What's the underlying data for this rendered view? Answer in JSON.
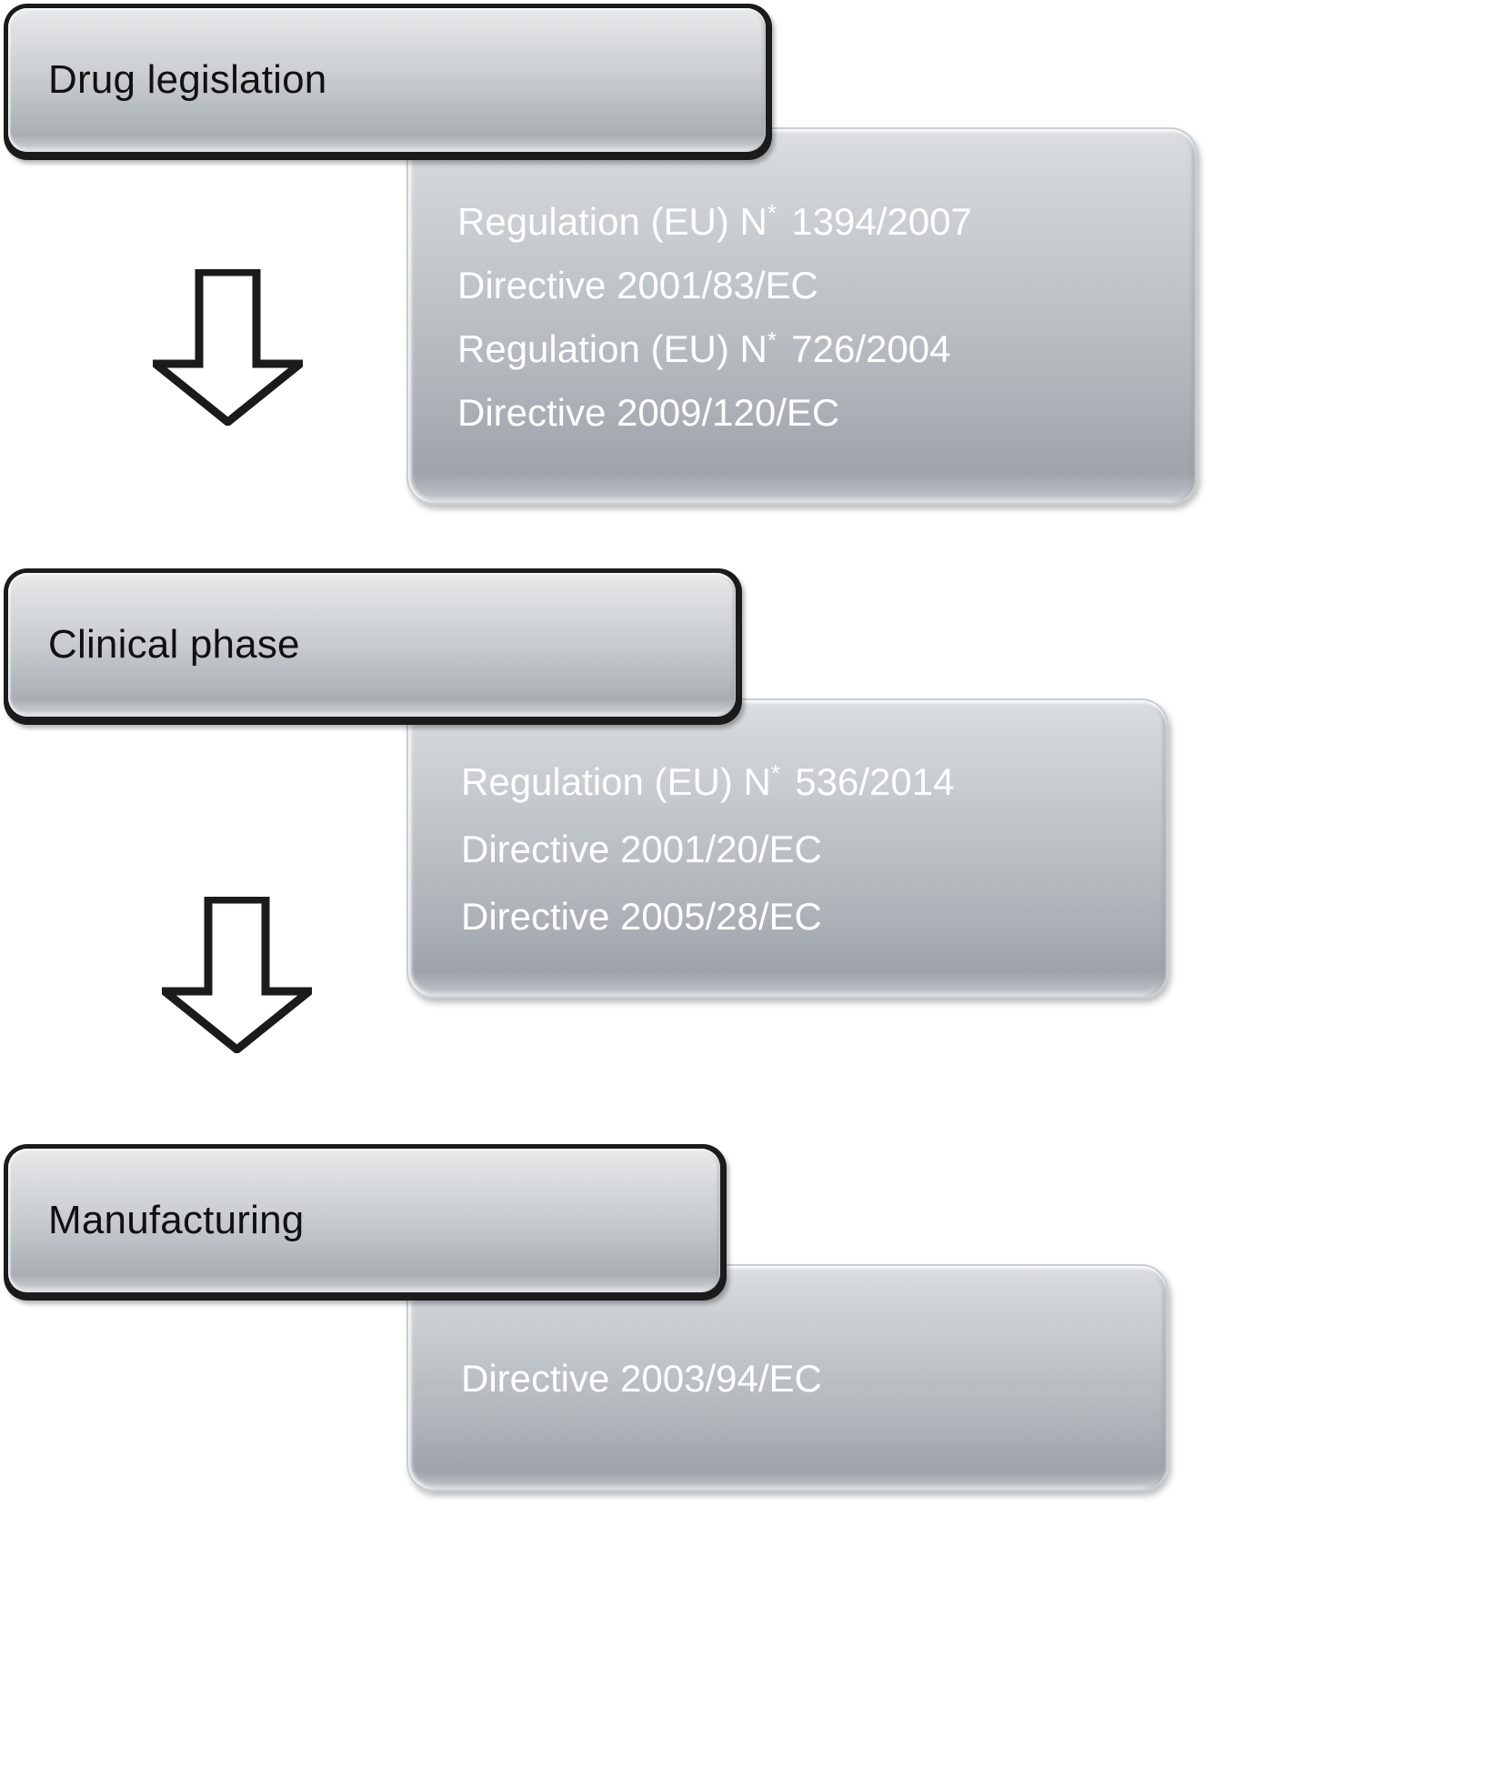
{
  "diagram": {
    "title": "EU drug regulatory framework flow",
    "type": "flowchart",
    "orientation": "vertical",
    "colors": {
      "stage_box_border": "#1b1b1b",
      "stage_box_fill": "#c7cbcf",
      "panel_fill": "#b4b9be",
      "stage_label_text": "#111111",
      "panel_text": "#ffffff",
      "arrow_stroke": "#1b1b1b",
      "arrow_fill": "#ffffff",
      "background": "#ffffff"
    }
  },
  "stages": [
    {
      "id": "drug-legislation",
      "label": "Drug legislation",
      "legislation": [
        {
          "prefix": "Regulation (EU) N",
          "sup": "*",
          "suffix": " 1394/2007",
          "full": "Regulation (EU) N* 1394/2007"
        },
        {
          "prefix": "Directive 2001/83/EC",
          "sup": "",
          "suffix": "",
          "full": "Directive 2001/83/EC"
        },
        {
          "prefix": "Regulation (EU) N",
          "sup": "*",
          "suffix": " 726/2004",
          "full": "Regulation (EU) N* 726/2004"
        },
        {
          "prefix": "Directive 2009/120/EC",
          "sup": "",
          "suffix": "",
          "full": "Directive 2009/120/EC"
        }
      ]
    },
    {
      "id": "clinical-phase",
      "label": "Clinical phase",
      "legislation": [
        {
          "prefix": "Regulation (EU) N",
          "sup": "*",
          "suffix": " 536/2014",
          "full": "Regulation (EU) N* 536/2014"
        },
        {
          "prefix": "Directive 2001/20/EC",
          "sup": "",
          "suffix": "",
          "full": "Directive 2001/20/EC"
        },
        {
          "prefix": "Directive 2005/28/EC",
          "sup": "",
          "suffix": "",
          "full": "Directive 2005/28/EC"
        }
      ]
    },
    {
      "id": "manufacturing",
      "label": "Manufacturing",
      "legislation": [
        {
          "prefix": "Directive 2003/94/EC",
          "sup": "",
          "suffix": "",
          "full": "Directive 2003/94/EC"
        }
      ]
    }
  ],
  "connectors": [
    {
      "id": "arrow-drug-to-clinical",
      "shape": "down-arrow",
      "from": "drug-legislation",
      "to": "clinical-phase"
    },
    {
      "id": "arrow-clinical-to-manufacturing",
      "shape": "down-arrow",
      "from": "clinical-phase",
      "to": "manufacturing"
    }
  ]
}
